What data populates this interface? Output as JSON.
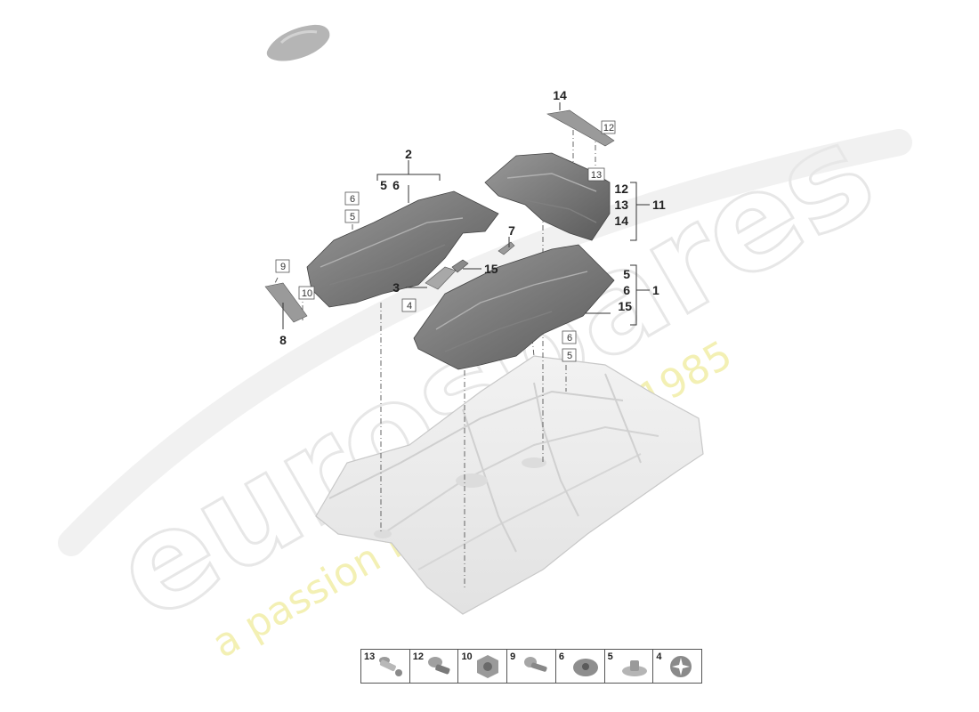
{
  "watermark": {
    "brand": "eurospares",
    "tagline": "a passion for parts since 1985"
  },
  "callouts": {
    "c1": "1",
    "c2": "2",
    "c3": "3",
    "c4": "4",
    "c5a": "5",
    "c5b": "5",
    "c5c": "5",
    "c5d": "5",
    "c6a": "6",
    "c6b": "6",
    "c6c": "6",
    "c6d": "6",
    "c7": "7",
    "c8": "8",
    "c9": "9",
    "c10": "10",
    "c11": "11",
    "c12a": "12",
    "c12b": "12",
    "c13a": "13",
    "c13b": "13",
    "c14a": "14",
    "c14b": "14",
    "c15a": "15",
    "c15b": "15"
  },
  "legend": [
    {
      "num": "13",
      "icon": "push-rivet-icon"
    },
    {
      "num": "12",
      "icon": "expanding-clip-icon"
    },
    {
      "num": "10",
      "icon": "nut-clip-icon"
    },
    {
      "num": "9",
      "icon": "round-head-clip-icon"
    },
    {
      "num": "6",
      "icon": "flat-nut-icon"
    },
    {
      "num": "5",
      "icon": "washer-cap-icon"
    },
    {
      "num": "4",
      "icon": "star-washer-icon"
    }
  ]
}
